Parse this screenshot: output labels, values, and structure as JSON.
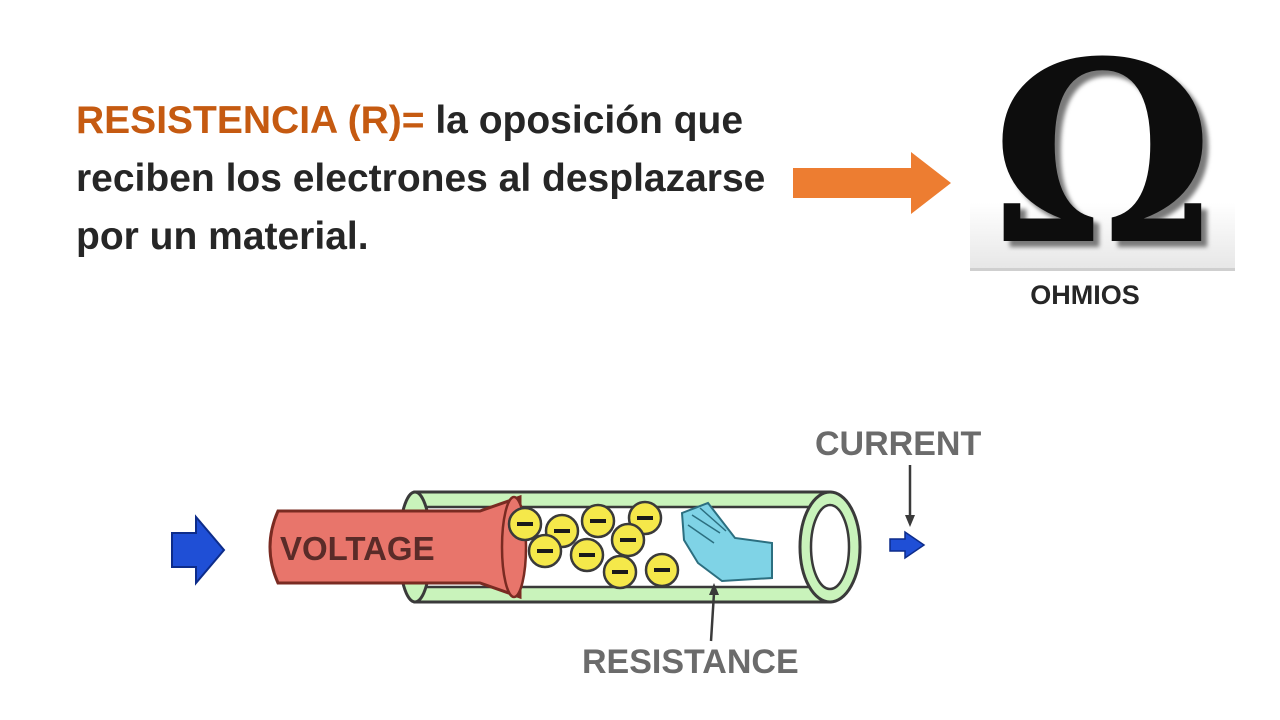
{
  "definition": {
    "term": "RESISTENCIA (R)=",
    "text": " la oposición que reciben los electrones al desplazarse por un material."
  },
  "symbol": {
    "glyph": "Ω",
    "unit": "OHMIOS"
  },
  "diagram": {
    "current_label": "CURRENT",
    "voltage_label": "VOLTAGE",
    "resistance_label": "RESISTANCE",
    "electron_sign": "−"
  },
  "colors": {
    "term": "#c55a11",
    "arrow": "#ed7d31",
    "tube": "#b8f0a8",
    "voltage": "#e8756b",
    "electron": "#f5e84a",
    "hand": "#7fd3e6",
    "flow_arrow": "#1f4fd6"
  }
}
